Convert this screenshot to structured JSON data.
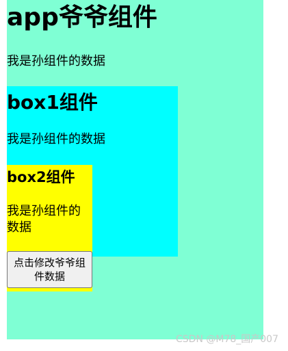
{
  "app": {
    "title": "app爷爷组件",
    "text": "我是孙组件的数据",
    "background": "#7fffd4"
  },
  "box1": {
    "title": "box1组件",
    "text": "我是孙组件的数据",
    "background": "#00ffff"
  },
  "box2": {
    "title": "box2组件",
    "text": "我是孙组件的数据",
    "background": "#ffff00",
    "button_label": "点击修改爷爷组件数据"
  },
  "watermark": "CSDN @M78_国产007"
}
